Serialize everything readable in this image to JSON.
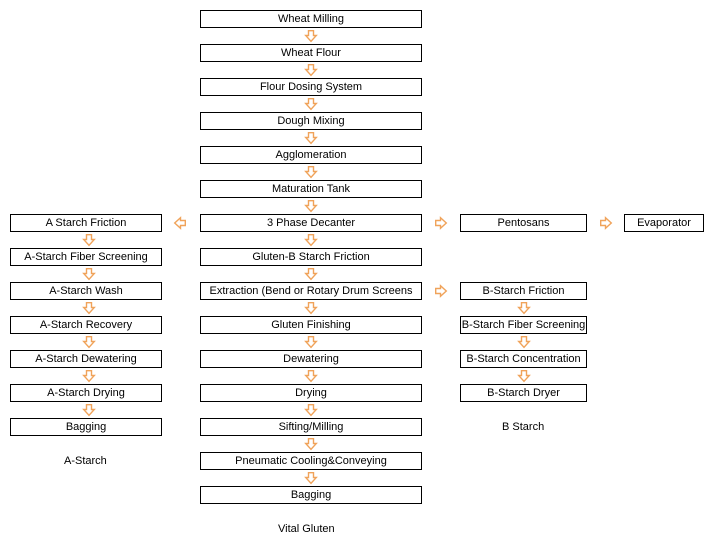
{
  "center": {
    "steps": [
      "Wheat Milling",
      "Wheat Flour",
      "Flour Dosing System",
      "Dough Mixing",
      "Agglomeration",
      "Maturation Tank",
      "3 Phase Decanter",
      "Gluten-B Starch Friction",
      "Extraction (Bend or Rotary Drum Screens",
      "Gluten Finishing",
      "Dewatering",
      "Drying",
      "Sifting/Milling",
      "Pneumatic Cooling&Conveying",
      "Bagging"
    ],
    "caption": "Vital Gluten"
  },
  "left": {
    "steps": [
      "A Starch Friction",
      "A-Starch Fiber Screening",
      "A-Starch Wash",
      "A-Starch Recovery",
      "A-Starch Dewatering",
      "A-Starch Drying",
      "Bagging"
    ],
    "caption": "A-Starch"
  },
  "right": {
    "pentosans": "Pentosans",
    "evaporator": "Evaporator",
    "steps": [
      "B-Starch Friction",
      "B-Starch Fiber Screening",
      "B-Starch Concentration",
      "B-Starch Dryer"
    ],
    "caption": "B Starch"
  },
  "colors": {
    "arrow": "#f0a35a",
    "box_border": "#000000"
  }
}
